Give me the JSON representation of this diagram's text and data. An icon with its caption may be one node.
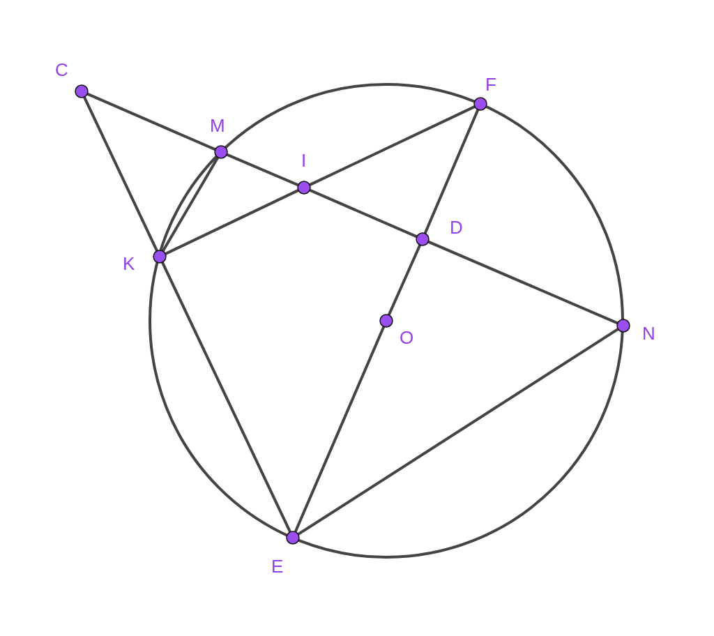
{
  "diagram": {
    "nodes": [
      {
        "text": [],
        "shape": "circle",
        "beside": [
          "C"
        ]
      },
      {
        "text": [],
        "shape": "circle",
        "beside": [
          "K"
        ]
      },
      {
        "text": [],
        "shape": "circle",
        "beside": [
          "M"
        ]
      },
      {
        "text": [],
        "shape": "circle",
        "beside": [
          "I"
        ]
      },
      {
        "text": [],
        "shape": "circle",
        "beside": [
          "E"
        ]
      },
      {
        "text": [],
        "shape": "circle",
        "beside": [
          "O"
        ]
      },
      {
        "text": [],
        "shape": "circle",
        "beside": [
          "D"
        ]
      },
      {
        "text": [],
        "shape": "circle",
        "beside": [
          "F"
        ]
      },
      {
        "text": [],
        "shape": "circle",
        "beside": [
          "N"
        ]
      }
    ],
    "edges": [
      {
        "from": 0,
        "to": 2,
        "arrow": "none"
      },
      {
        "from": 2,
        "to": 3,
        "arrow": "none"
      },
      {
        "from": 3,
        "to": 6,
        "arrow": "none"
      },
      {
        "from": 6,
        "to": 8,
        "arrow": "none"
      },
      {
        "from": 0,
        "to": 1,
        "arrow": "none"
      },
      {
        "from": 1,
        "to": 2,
        "arrow": "none"
      },
      {
        "from": 1,
        "to": 3,
        "arrow": "none"
      },
      {
        "from": 3,
        "to": 7,
        "arrow": "none"
      },
      {
        "from": 7,
        "to": 6,
        "arrow": "none"
      },
      {
        "from": 6,
        "to": 5,
        "arrow": "none"
      },
      {
        "from": 5,
        "to": 4,
        "arrow": "none"
      },
      {
        "from": 1,
        "to": 4,
        "arrow": "none"
      },
      {
        "from": 4,
        "to": 8,
        "arrow": "none"
      }
    ]
  }
}
